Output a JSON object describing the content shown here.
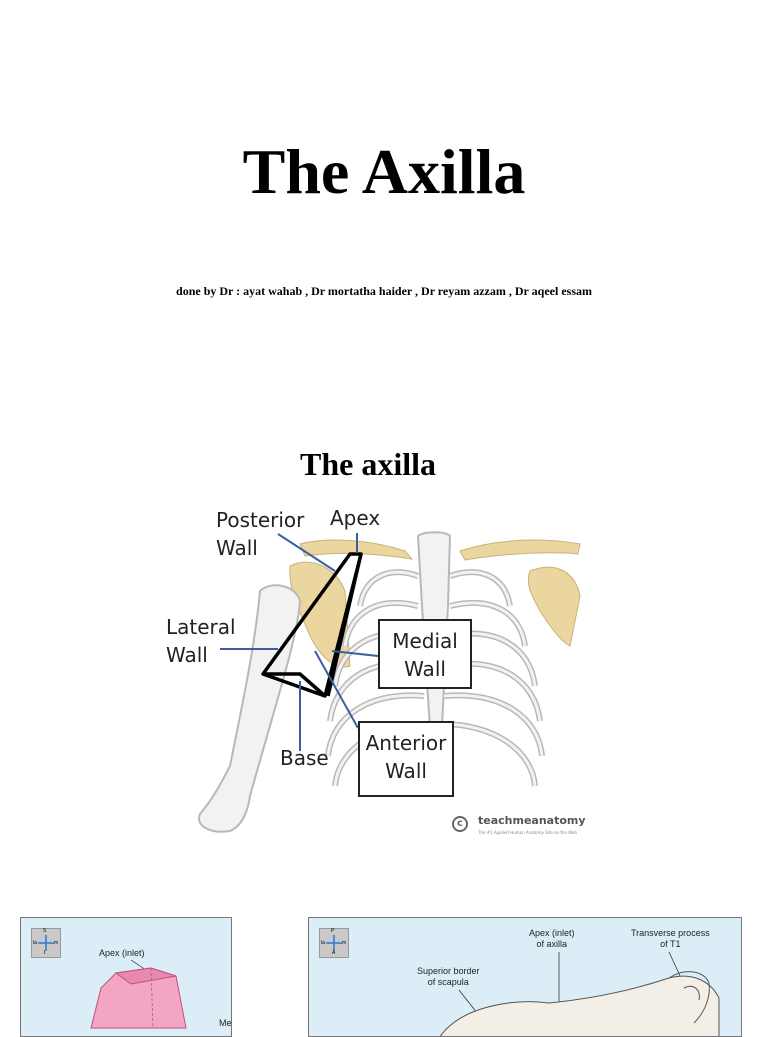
{
  "title": "The Axilla",
  "authors": "done by Dr : ayat wahab , Dr mortatha haider , Dr reyam azzam , Dr aqeel essam",
  "section_title": "The axilla",
  "figure1": {
    "labels": {
      "posterior_wall": [
        "Posterior",
        "Wall"
      ],
      "apex": "Apex",
      "lateral_wall": [
        "Lateral",
        "Wall"
      ],
      "medial_wall": [
        "Medial",
        "Wall"
      ],
      "base": "Base",
      "anterior_wall": [
        "Anterior",
        "Wall"
      ]
    },
    "brand": "teachmeanatomy",
    "brand_tagline": "The #1 Applied Human Anatomy Site on the Web"
  },
  "figure2": {
    "apex_label": "Apex (inlet)",
    "medial_label": "Medi",
    "compass": [
      "S",
      "la",
      "m",
      "I"
    ]
  },
  "figure3": {
    "apex_label": [
      "Apex (inlet)",
      "of axilla"
    ],
    "transverse_label": [
      "Transverse process",
      "of T1"
    ],
    "superior_label": [
      "Superior border",
      "of scapula"
    ],
    "compass": [
      "P",
      "la",
      "m",
      "A"
    ]
  },
  "colors": {
    "bone": "#f2f2f2",
    "bone_outline": "#b8b8b8",
    "scapula": "#ebd6a0",
    "leader_line": "#3a5fa0",
    "panel_bg": "#dbeef8",
    "pink": "#f2a6c4"
  }
}
